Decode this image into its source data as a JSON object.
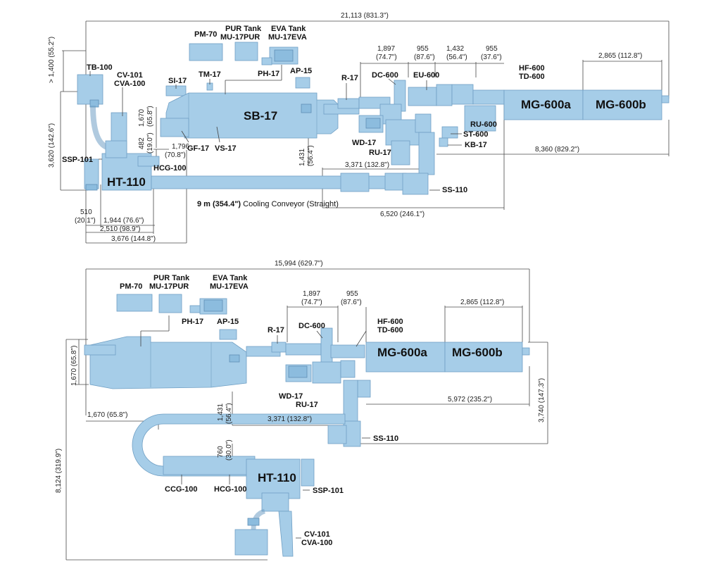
{
  "top_layout": {
    "dimensions": {
      "total_width": "21,113 (831.3\")",
      "left_height": "3,620 (142.6\")",
      "tb_height": "> 1,400 (55.2\")",
      "sb_height_a": "1,670",
      "sb_height_b": "(65.8\")",
      "gap_a": "482",
      "gap_b": "(19.0\")",
      "gap_c_a": "1,796",
      "gap_c_b": "(70.8\")",
      "conv_v_a": "1,431",
      "conv_v_b": "(56.4\")",
      "r17_len_a": "1,897",
      "r17_len_b": "(74.7\")",
      "dc_len_a": "955",
      "dc_len_b": "(87.6\")",
      "eu_len_a": "1,432",
      "eu_len_b": "(56.4\")",
      "hf_len_a": "955",
      "hf_len_b": "(37.6\")",
      "mg_len": "2,865 (112.8\")",
      "right_len": "8,360 (829.2\")",
      "mid_len": "3,371 (132.8\")",
      "conv_len": "6,520 (246.1\")",
      "d510_a": "510",
      "d510_b": "(20.1\")",
      "d1944": "1,944 (76.6\")",
      "d2510": "2,510 (98.9\")",
      "d3676": "3,676 (144.8\")"
    },
    "labels": {
      "pm70": "PM-70",
      "pur_tank_1": "PUR Tank",
      "pur_tank_2": "MU-17PUR",
      "eva_tank_1": "EVA Tank",
      "eva_tank_2": "MU-17EVA",
      "ph17": "PH-17",
      "ap15": "AP-15",
      "tb100": "TB-100",
      "cv101": "CV-101",
      "cva100": "CVA-100",
      "si17": "SI-17",
      "tm17": "TM-17",
      "sb17": "SB-17",
      "gf17": "GF-17",
      "vs17": "VS-17",
      "r17": "R-17",
      "dc600": "DC-600",
      "eu600": "EU-600",
      "hf600": "HF-600",
      "td600": "TD-600",
      "mg600a": "MG-600a",
      "mg600b": "MG-600b",
      "ru600": "RU-600",
      "st600": "ST-600",
      "kb17": "KB-17",
      "wd17": "WD-17",
      "ru17": "RU-17",
      "ssp101": "SSP-101",
      "ht110": "HT-110",
      "hcg100": "HCG-100",
      "ss110": "SS-110",
      "conveyor_bold": "9 m (354.4\")",
      "conveyor_rest": " Cooling Conveyor (Straight)"
    }
  },
  "bottom_layout": {
    "dimensions": {
      "total_width": "15,994 (629.7\")",
      "left_height": "8,124 (319.9\")",
      "sb_height_a": "1,670 (65.8\")",
      "left_len": "1,670 (65.8\")",
      "conv_v_a": "1,431",
      "conv_v_b": "(56.4\")",
      "r17_len_a": "1,897",
      "r17_len_b": "(74.7\")",
      "dc_len_a": "955",
      "dc_len_b": "(87.6\")",
      "mg_len": "2,865 (112.8\")",
      "right_height": "3,740 (147.3\")",
      "right_len": "5,972 (235.2\")",
      "mid_len": "3,371 (132.8\")",
      "d760_a": "760",
      "d760_b": "(30.0\")"
    },
    "labels": {
      "pm70": "PM-70",
      "pur_tank_1": "PUR Tank",
      "pur_tank_2": "MU-17PUR",
      "eva_tank_1": "EVA Tank",
      "eva_tank_2": "MU-17EVA",
      "ph17": "PH-17",
      "ap15": "AP-15",
      "r17": "R-17",
      "dc600": "DC-600",
      "hf600": "HF-600",
      "td600": "TD-600",
      "mg600a": "MG-600a",
      "mg600b": "MG-600b",
      "wd17": "WD-17",
      "ru17": "RU-17",
      "ss110": "SS-110",
      "ht110": "HT-110",
      "ccg100": "CCG-100",
      "hcg100": "HCG-100",
      "ssp101": "SSP-101",
      "cv101": "CV-101",
      "cva100": "CVA-100"
    }
  },
  "colors": {
    "machine_fill": "#a6cde8",
    "machine_stroke": "#6f9fc4",
    "dimension_line": "#4a4a4a",
    "text": "#111111"
  }
}
